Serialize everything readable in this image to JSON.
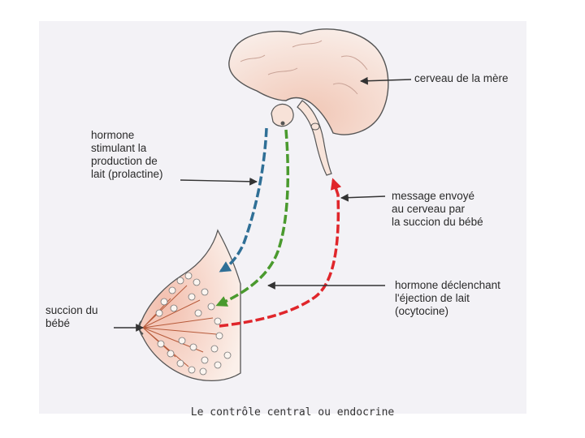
{
  "labels": {
    "brain": "cerveau de la mère",
    "prolactin": "hormone\nstimulant la\nproduction de\nlait (prolactine)",
    "message": "message envoyé\nau cerveau par\nla succion du bébé",
    "oxytocin": "hormone déclenchant\nl'éjection de lait\n(ocytocine)",
    "suckling": "succion du\nbébé"
  },
  "caption": "Le contrôle central ou endocrine",
  "colors": {
    "prolactin_arrow": "#2f6f96",
    "oxytocin_arrow": "#4a9a2e",
    "message_arrow": "#e0262b",
    "brain_fill": "#f5d6c8",
    "tissue_fill": "#f6d8cc"
  }
}
